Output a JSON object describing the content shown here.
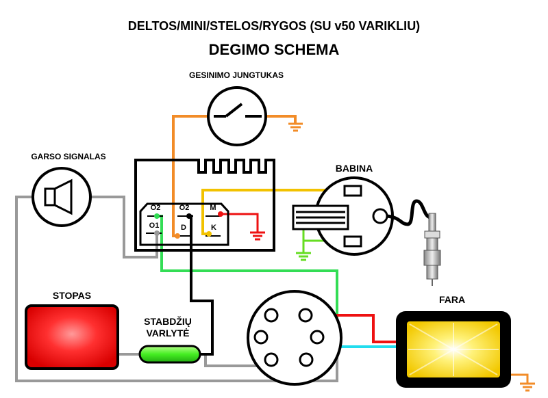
{
  "title": {
    "line1": "DELTOS/MINI/STELOS/RYGOS (SU v50 VARIKLIU)",
    "line2": "DEGIMO SCHEMA"
  },
  "labels": {
    "kill_switch": "GESINIMO JUNGTUKAS",
    "horn": "GARSO SIGNALAS",
    "coil": "BABINA",
    "tail_light": "STOPAS",
    "brake_switch_line1": "STABDŽIŲ",
    "brake_switch_line2": "VARLYTĖ",
    "headlight": "FARA"
  },
  "terminals": {
    "o2_left": "O2",
    "o2_right": "O2",
    "m": "M",
    "o1": "O1",
    "d": "D",
    "k": "K"
  },
  "colors": {
    "wire_orange": "#F28C28",
    "wire_yellow": "#F2C200",
    "wire_green": "#33DD55",
    "wire_lime": "#66DD22",
    "wire_red": "#EE1111",
    "wire_cyan": "#22DDEE",
    "wire_gray": "#999999",
    "wire_black": "#000000",
    "tail_light_fill": "#EE1111",
    "brake_switch_fill": "#66EE22",
    "headlight_fill": "#FFEE22"
  }
}
